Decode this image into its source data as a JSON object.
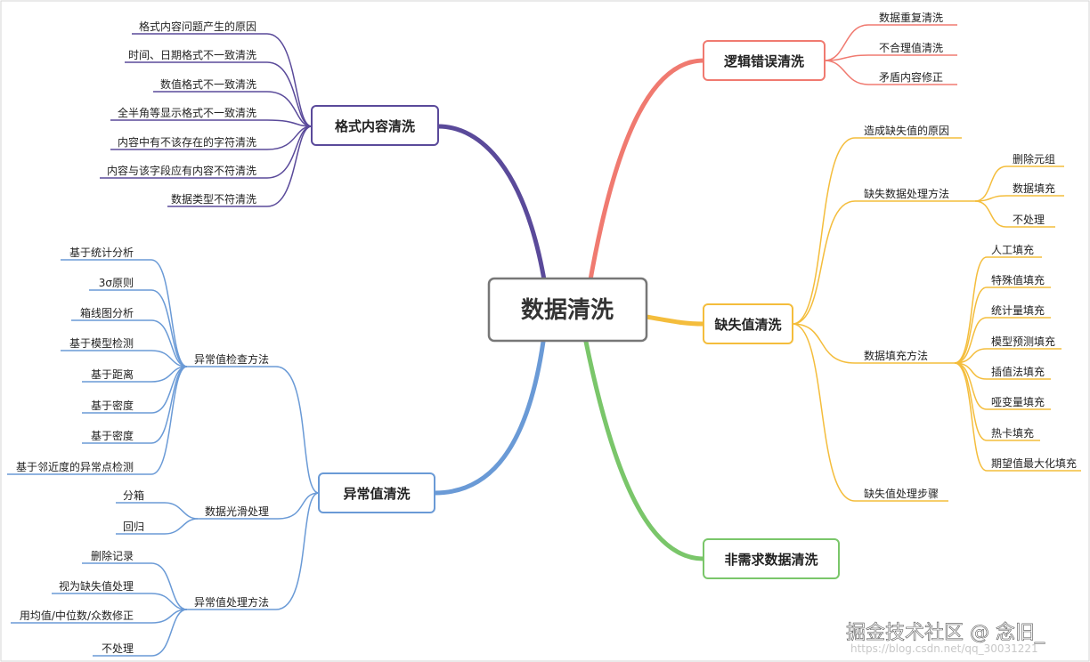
{
  "center": {
    "label": "数据清洗"
  },
  "branches": {
    "format": {
      "label": "格式内容清洗",
      "color": "#5a4a9a",
      "items": [
        "格式内容问题产生的原因",
        "时间、日期格式不一致清洗",
        "数值格式不一致清洗",
        "全半角等显示格式不一致清洗",
        "内容中有不该存在的字符清洗",
        "内容与该字段应有内容不符清洗",
        "数据类型不符清洗"
      ]
    },
    "logic": {
      "label": "逻辑错误清洗",
      "color": "#f07a70",
      "items": [
        "数据重复清洗",
        "不合理值清洗",
        "矛盾内容修正"
      ]
    },
    "missing": {
      "label": "缺失值清洗",
      "color": "#f4bd3c",
      "reason": "造成缺失值的原因",
      "method": {
        "label": "缺失数据处理方法",
        "items": [
          "删除元组",
          "数据填充",
          "不处理"
        ]
      },
      "fill": {
        "label": "数据填充方法",
        "items": [
          "人工填充",
          "特殊值填充",
          "统计量填充",
          "模型预测填充",
          "插值法填充",
          "哑变量填充",
          "热卡填充",
          "期望值最大化填充"
        ]
      },
      "steps": "缺失值处理步骤"
    },
    "unneeded": {
      "label": "非需求数据清洗",
      "color": "#7ac66a"
    },
    "outlier": {
      "label": "异常值清洗",
      "color": "#6a9ad6",
      "detect": {
        "label": "异常值检查方法",
        "items": [
          "基于统计分析",
          "3σ原则",
          "箱线图分析",
          "基于模型检测",
          "基于距离",
          "基于密度",
          "基于密度",
          "基于邻近度的异常点检测"
        ]
      },
      "smooth": {
        "label": "数据光滑处理",
        "items": [
          "分箱",
          "回归"
        ]
      },
      "handle": {
        "label": "异常值处理方法",
        "items": [
          "删除记录",
          "视为缺失值处理",
          "用均值/中位数/众数修正",
          "不处理"
        ]
      }
    }
  },
  "watermark": {
    "text": "掘金技术社区 @ 念旧_",
    "url": "https://blog.csdn.net/qq_30031221"
  }
}
